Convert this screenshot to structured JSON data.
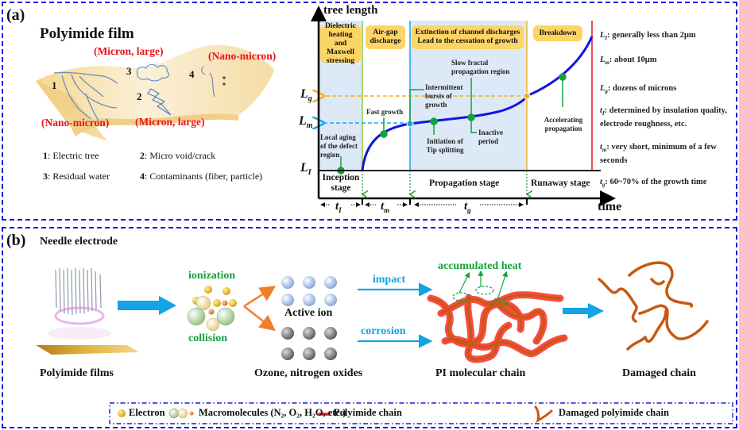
{
  "panel_a": {
    "label": "(a)",
    "film": {
      "title": "Polyimide film",
      "size_tags": {
        "tree": "(Nano-micron)",
        "void_top": "(Micron, large)",
        "void_bottom": "(Micron, large)",
        "contaminant": "(Nano-micron)"
      },
      "markers": [
        "1",
        "2",
        "3",
        "4"
      ],
      "legend": [
        {
          "num": "1",
          "text": ": Electric tree"
        },
        {
          "num": "2",
          "text": ": Micro void/crack"
        },
        {
          "num": "3",
          "text": ": Residual water"
        },
        {
          "num": "4",
          "text": ": Contaminants (fiber, particle)"
        }
      ]
    },
    "chart": {
      "y_axis_label": "tree length",
      "x_axis_label": "time",
      "y_ticks": [
        {
          "main": "L",
          "sub": "g"
        },
        {
          "main": "L",
          "sub": "m"
        },
        {
          "main": "L",
          "sub": "I"
        }
      ],
      "mechanism_boxes": [
        "Dielectric heating and Maxwell stressing",
        "Air-gap discharge",
        "Extinction of channel discharges Lead to the cessation of growth",
        "Breakdown"
      ],
      "annotations": {
        "local_aging": "Local aging of the defect region",
        "fast_growth": "Fast growth",
        "intermittent": "Intermittent bursts of growth",
        "slow_fractal": "Slow fractal propagation region",
        "tip_splitting": "Initiation of Tip splitting",
        "inactive": "Inactive period",
        "accelerating": "Accelerating propagation"
      },
      "stages": [
        "Inception stage",
        "Propagation stage",
        "Runaway stage"
      ],
      "time_spans": [
        {
          "main": "t",
          "sub": "I"
        },
        {
          "main": "t",
          "sub": "m"
        },
        {
          "main": "t",
          "sub": "g"
        }
      ],
      "colors": {
        "curve": "#1414e0",
        "line_ti": "#8ed03c",
        "line_tm": "#17a8e8",
        "line_tg": "#f5b21a",
        "breakdown_line": "#e8141c",
        "shade": "#dde9f7",
        "marker": "#12a33a"
      }
    },
    "notes": [
      {
        "sym": "L",
        "sub": "I",
        "text": ": generally less than 2μm"
      },
      {
        "sym": "L",
        "sub": "m",
        "text": ": about 10μm"
      },
      {
        "sym": "L",
        "sub": "g",
        "text": ": dozens of microns"
      },
      {
        "sym": "t",
        "sub": "I",
        "text": ": determined by insulation quality, electrode roughness, etc."
      },
      {
        "sym": "t",
        "sub": "m",
        "text": ": very short, minimum of a few seconds"
      },
      {
        "sym": "t",
        "sub": "g",
        "text": ": 60~70% of the growth time"
      }
    ]
  },
  "panel_b": {
    "label": "(b)",
    "needle_title": "Needle electrode",
    "films_label": "Polyimide films",
    "ionization": "ionization",
    "collision": "collision",
    "active_ion": "Active ion",
    "ozone": "Ozone, nitrogen oxides",
    "impact": "impact",
    "corrosion": "corrosion",
    "accumulated_heat": "accumulated heat",
    "pi_chain": "PI molecular chain",
    "damaged_chain": "Damaged chain",
    "legend": {
      "electron": "Electron",
      "macromolecules": "Macromolecules (N₂, O₂, H₂O, etc.)",
      "polyimide_chain": "Polyimide chain",
      "damaged_polyimide_chain": "Damaged polyimide chain"
    }
  }
}
